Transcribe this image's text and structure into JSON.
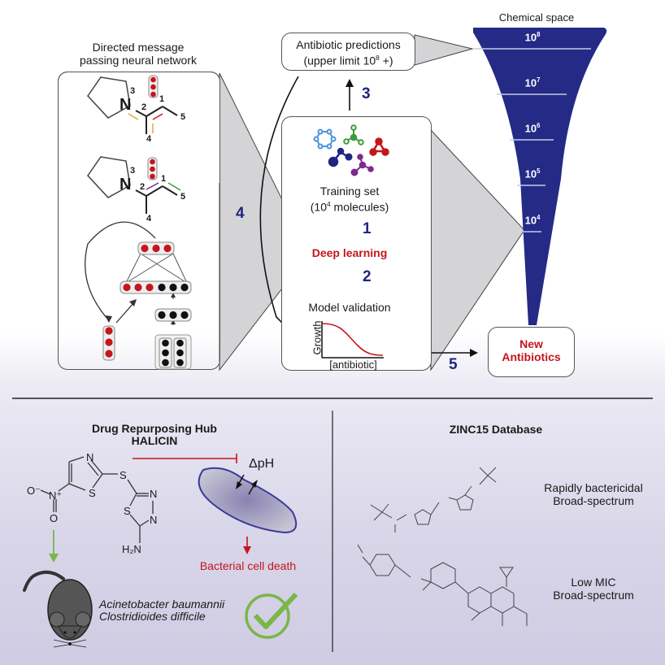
{
  "top": {
    "dmpnn_title_line1": "Directed message",
    "dmpnn_title_line2": "passing neural network",
    "predictions_line1": "Antibiotic predictions",
    "predictions_line2_prefix": "(upper limit 10",
    "predictions_line2_sup": "8",
    "predictions_line2_suffix": " +)",
    "chemical_space_title": "Chemical space",
    "funnel_levels": [
      {
        "base": "10",
        "exp": "8"
      },
      {
        "base": "10",
        "exp": "7"
      },
      {
        "base": "10",
        "exp": "6"
      },
      {
        "base": "10",
        "exp": "5"
      },
      {
        "base": "10",
        "exp": "4"
      }
    ],
    "training_set_line1": "Training set",
    "training_set_line2_prefix": "(10",
    "training_set_line2_sup": "4",
    "training_set_line2_suffix": " molecules)",
    "deep_learning": "Deep learning",
    "model_validation": "Model validation",
    "plot_ylabel": "Growth",
    "plot_xlabel": "[antibiotic]",
    "new_antibiotics_line1": "New",
    "new_antibiotics_line2": "Antibiotics",
    "steps": [
      "1",
      "2",
      "3",
      "4",
      "5"
    ],
    "atom_labels": {
      "N": "N",
      "a1": "1",
      "a2": "2",
      "a3": "3",
      "a4": "4",
      "a5": "5"
    }
  },
  "bottom_left": {
    "title_line1": "Drug Repurposing Hub",
    "title_line2": "HALICIN",
    "delta_ph": "ΔpH",
    "cell_death": "Bacterial cell death",
    "pathogen1": "Acinetobacter baumannii",
    "pathogen2": "Clostridioides difficile",
    "atoms": {
      "N": "N",
      "S": "S",
      "O": "O",
      "H2N": "H₂N",
      "Ominus": "O⁻",
      "Nplus": "N⁺"
    }
  },
  "bottom_right": {
    "title": "ZINC15 Database",
    "compound1_line1": "Rapidly bactericidal",
    "compound1_line2": "Broad-spectrum",
    "compound2_line1": "Low MIC",
    "compound2_line2": "Broad-spectrum"
  },
  "colors": {
    "navy": "#242a86",
    "red": "#c4161c",
    "green": "#7ab648",
    "grey_panel": "#d4d4d6"
  }
}
